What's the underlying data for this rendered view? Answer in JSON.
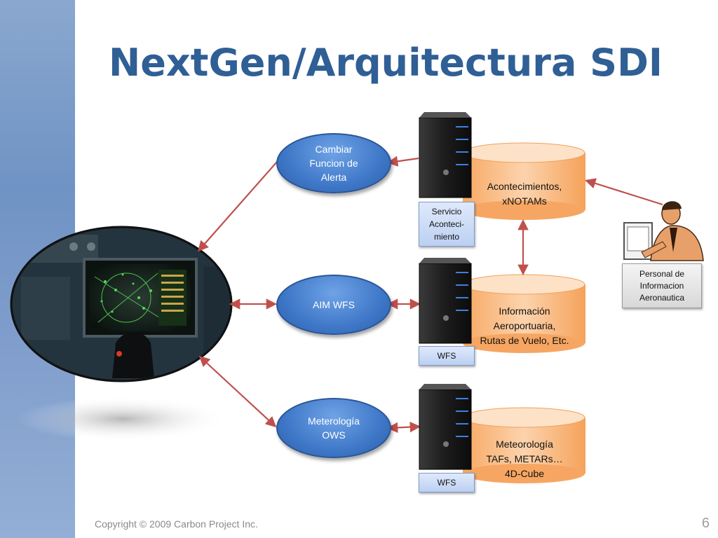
{
  "title": "NextGen/Arquitectura SDI",
  "footer": {
    "copyright": "Copyright © 2009 Carbon Project Inc.",
    "page_number": "6"
  },
  "services": [
    {
      "label": "Cambiar\nFuncion de\nAlerta"
    },
    {
      "label": "AIM WFS"
    },
    {
      "label": "Meterología\nOWS"
    }
  ],
  "server_tags": [
    {
      "label": "Servicio\nAconteci-\nmiento"
    },
    {
      "label": "WFS"
    },
    {
      "label": "WFS"
    }
  ],
  "databases": [
    {
      "label": "Acontecimientos,\nxNOTAMs"
    },
    {
      "label": "Información\nAeroportuaria,\nRutas de Vuelo, Etc."
    },
    {
      "label": "Meteorología\nTAFs, METARs…\n4D-Cube"
    }
  ],
  "personnel": {
    "label": "Personal de\nInformacion\nAeronautica"
  },
  "colors": {
    "title": "#2f5f95",
    "arrow": "#c0504d",
    "oval": "#3f78c8",
    "cylinder": "#fbc08a",
    "sidebar": "#7e9ccb"
  }
}
